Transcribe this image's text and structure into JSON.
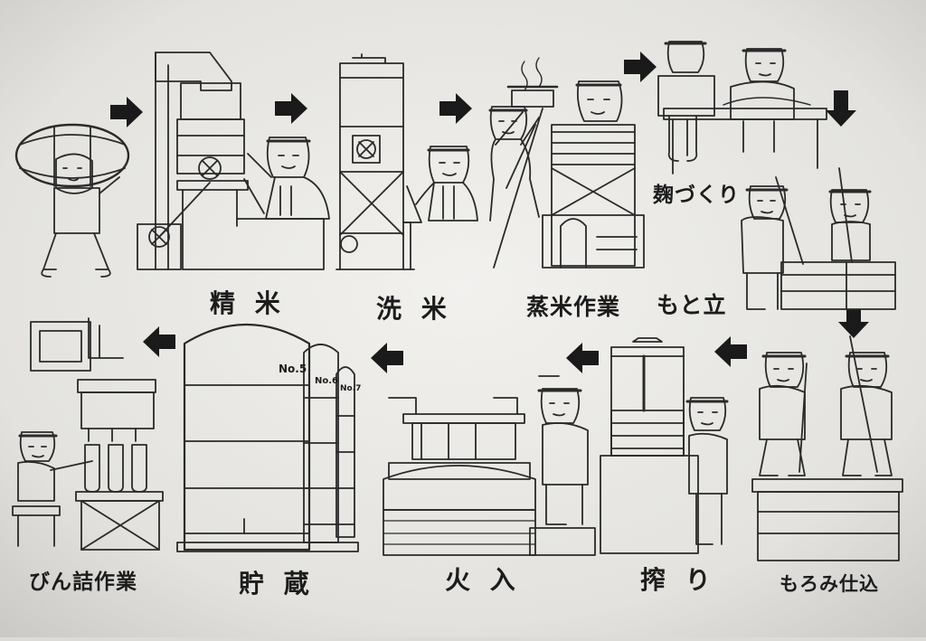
{
  "steps": [
    {
      "label": "精 米"
    },
    {
      "label": "洗 米"
    },
    {
      "label": "蒸米作業"
    },
    {
      "label": "麹づくり"
    },
    {
      "label": "もと立"
    },
    {
      "label": "もろみ仕込"
    },
    {
      "label": "搾 り"
    },
    {
      "label": "火 入"
    },
    {
      "label": "貯 蔵"
    },
    {
      "label": "びん詰作業"
    }
  ],
  "tanks": [
    "No.5",
    "No.6",
    "No.7"
  ],
  "colors": {
    "paper": "#dcdbd7",
    "ink": "#1c1c1c",
    "line": "#2a2a2a"
  }
}
